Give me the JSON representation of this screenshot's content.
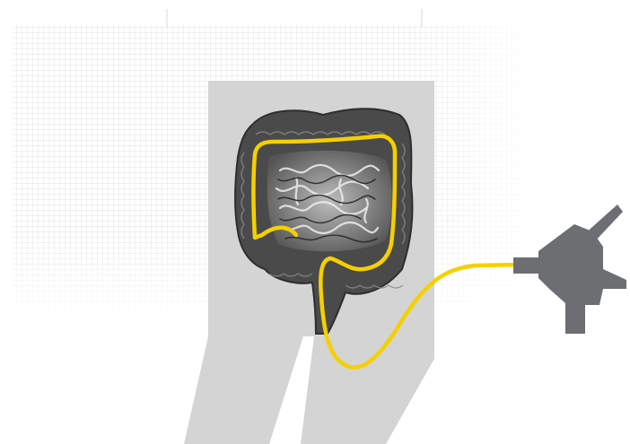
{
  "figure": {
    "subject": "colonoscopy-illustration",
    "elements": {
      "grid": "graph-paper-grid",
      "body": "torso-and-legs-silhouette",
      "organ": "large-and-small-intestine",
      "scope_path": "colonoscope-tube",
      "device": "colonoscope-handle"
    }
  },
  "colors": {
    "background": "#ffffff",
    "grid_line": "#d8d8d8",
    "body": "#d4d4d4",
    "intestine_fill": "#5a5a5a",
    "intestine_dark": "#2e2e2e",
    "intestine_light": "#c8c8c8",
    "scope": "#f5d000",
    "device": "#6d6e71"
  }
}
